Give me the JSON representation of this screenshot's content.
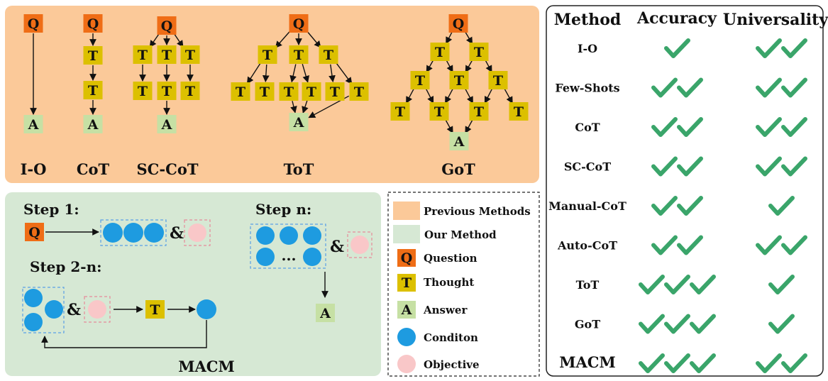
{
  "colors": {
    "previous_bg": "#fbc999",
    "our_bg": "#d6e8d4",
    "question": "#ef6d16",
    "thought": "#dcc000",
    "answer": "#c6e0a4",
    "condition": "#1e9be0",
    "objective": "#f9c7c8",
    "check": "#3aa56a"
  },
  "nodes": {
    "q": "Q",
    "t": "T",
    "a": "A"
  },
  "top_panel": {
    "labels": [
      "I-O",
      "CoT",
      "SC-CoT",
      "ToT",
      "GoT"
    ]
  },
  "macm_panel": {
    "step1": "Step 1:",
    "step2n": "Step 2-n:",
    "stepn": "Step n:",
    "amp": "&",
    "ellipsis": "...",
    "title": "MACM"
  },
  "legend": {
    "previous": "Previous Methods",
    "ours": "Our Method",
    "question": "Question",
    "thought": "Thought",
    "answer": "Answer",
    "condition": "Conditon",
    "objective": "Objective"
  },
  "table": {
    "headers": [
      "Method",
      "Accuracy",
      "Universality"
    ],
    "rows": [
      {
        "method": "I-O",
        "accuracy": 1,
        "universality": 2
      },
      {
        "method": "Few-Shots",
        "accuracy": 2,
        "universality": 2
      },
      {
        "method": "CoT",
        "accuracy": 2,
        "universality": 2
      },
      {
        "method": "SC-CoT",
        "accuracy": 2,
        "universality": 2
      },
      {
        "method": "Manual-CoT",
        "accuracy": 2,
        "universality": 1
      },
      {
        "method": "Auto-CoT",
        "accuracy": 2,
        "universality": 2
      },
      {
        "method": "ToT",
        "accuracy": 3,
        "universality": 1
      },
      {
        "method": "GoT",
        "accuracy": 3,
        "universality": 1
      },
      {
        "method": "MACM",
        "accuracy": 3,
        "universality": 2
      }
    ]
  }
}
